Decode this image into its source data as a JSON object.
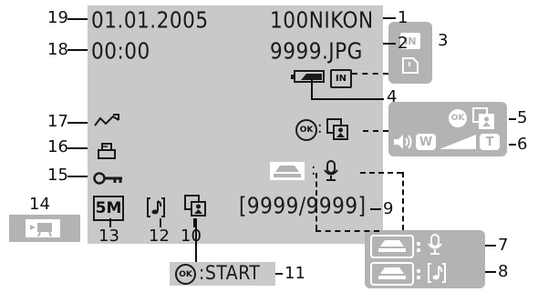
{
  "display": {
    "date": "01.01.2005",
    "time": "00:00",
    "folder": "100NIKON",
    "file": "9999.JPG",
    "mem_badge": "IN",
    "image_size": "5M",
    "count": "[9999/9999]",
    "start_label": ":START"
  },
  "ok_label": "OK",
  "panel3": {
    "badge": "IN"
  },
  "panel5": {
    "ok": "OK"
  },
  "panel6": {
    "w": "W",
    "t": "T"
  },
  "callouts": [
    "1",
    "2",
    "3",
    "4",
    "5",
    "6",
    "7",
    "8",
    "9",
    "10",
    "11",
    "12",
    "13",
    "14",
    "15",
    "16",
    "17",
    "18",
    "19"
  ],
  "colors": {
    "screen": "#c9c9c9",
    "panel": "#b3b3b3",
    "text": "#1a1a1a"
  }
}
